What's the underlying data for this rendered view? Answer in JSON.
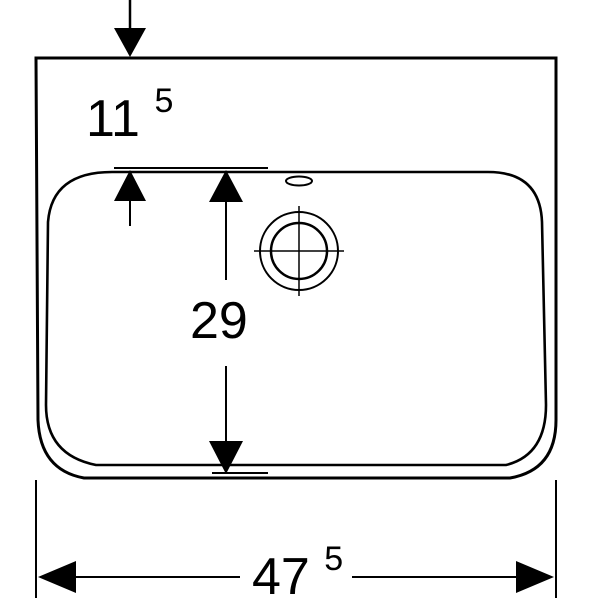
{
  "drawing": {
    "top_margin_label": {
      "main": "11",
      "sup": "5"
    },
    "basin_depth_label": {
      "main": "29",
      "sup": ""
    },
    "overall_width_label": {
      "main": "47",
      "sup": "5"
    },
    "colors": {
      "line": "#000000",
      "background": "#ffffff"
    }
  }
}
